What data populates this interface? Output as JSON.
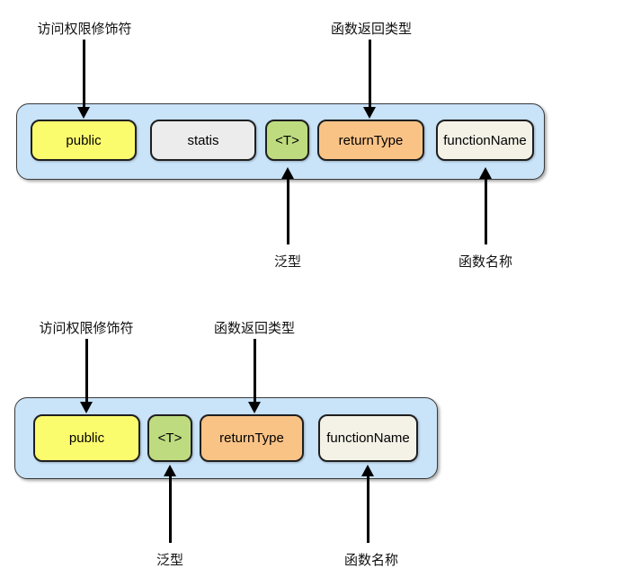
{
  "colors": {
    "container_fill": "#C9E3F8",
    "box_yellow": "#FBFB6E",
    "box_gray": "#ECECEC",
    "box_green": "#BEDC7F",
    "box_orange": "#FAC386",
    "box_cream": "#F4F2E7",
    "border_dark": "#1f1f1f",
    "arrow_black": "#000000"
  },
  "top": {
    "callout_access": "访问权限修饰符",
    "callout_return": "函数返回类型",
    "callout_generic": "泛型",
    "callout_name": "函数名称",
    "box_public": "public",
    "box_static": "statis",
    "box_generic": "<T>",
    "box_return": "returnType",
    "box_name": "functionName"
  },
  "bottom": {
    "callout_access": "访问权限修饰符",
    "callout_return": "函数返回类型",
    "callout_generic": "泛型",
    "callout_name": "函数名称",
    "box_public": "public",
    "box_generic": "<T>",
    "box_return": "returnType",
    "box_name": "functionName"
  }
}
